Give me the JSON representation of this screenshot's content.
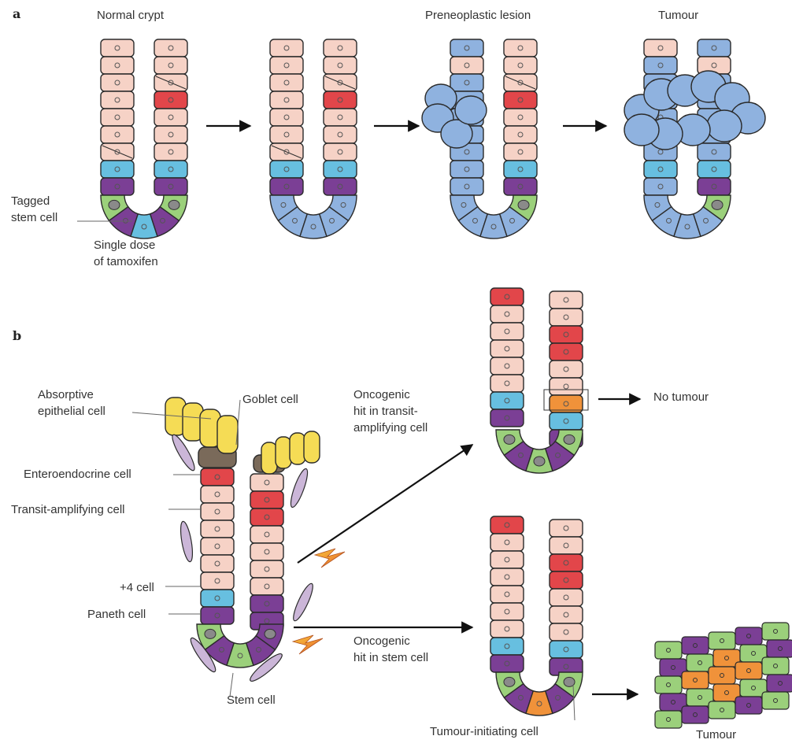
{
  "panels": {
    "a": "a",
    "b": "b"
  },
  "panel_a": {
    "stage_titles": [
      "Normal crypt",
      "Preneoplastic lesion",
      "Tumour"
    ],
    "tagged_stem_cell": [
      "Tagged",
      "stem cell"
    ],
    "tamoxifen": [
      "Single dose",
      "of tamoxifen"
    ]
  },
  "panel_b": {
    "cell_types": {
      "absorptive": [
        "Absorptive",
        "epithelial cell"
      ],
      "goblet": "Goblet cell",
      "enteroendocrine": "Enteroendocrine cell",
      "transit_amplifying": "Transit-amplifying cell",
      "plus4": "+4 cell",
      "paneth": "Paneth cell",
      "stem": "Stem cell"
    },
    "hit_transit": [
      "Oncogenic",
      "hit in transit-",
      "amplifying cell"
    ],
    "hit_stem": [
      "Oncogenic",
      "hit in stem cell"
    ],
    "no_tumour": "No tumour",
    "tumour_initiating": "Tumour-initiating cell",
    "tumour": "Tumour"
  },
  "colors": {
    "pink": "#f6d2c6",
    "red": "#e2464a",
    "blue_light": "#67bfe0",
    "purple": "#7b3f95",
    "green": "#9bd07b",
    "grey": "#8a8a8a",
    "blue_lesion": "#8fb2df",
    "yellow": "#f5dc55",
    "goblet_brown": "#7a6a5a",
    "orange": "#f0923a",
    "fibroblast": "#cbb6d8"
  }
}
